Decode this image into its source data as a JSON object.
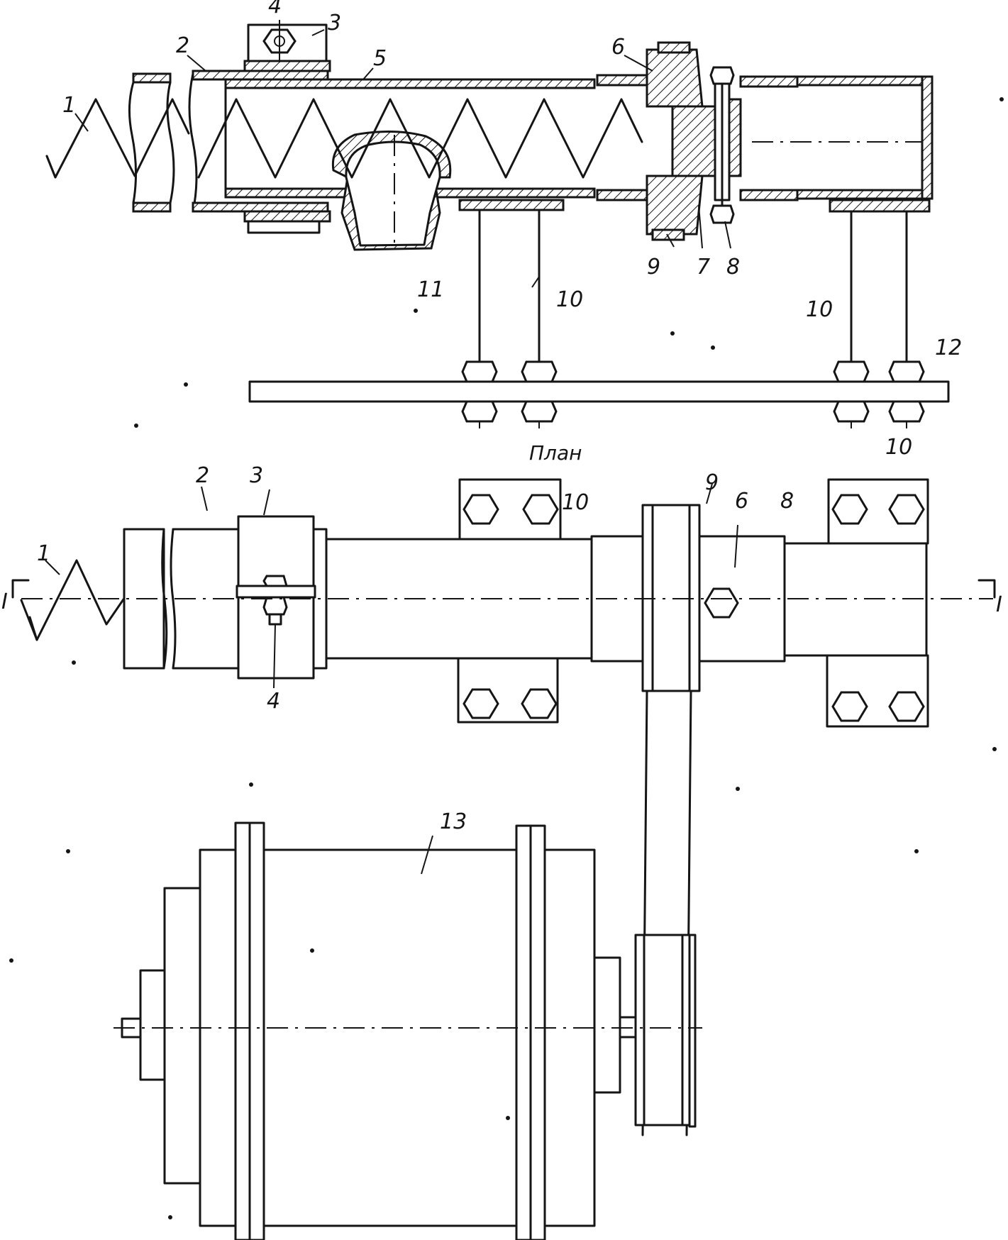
{
  "view_title": "План",
  "section_mark": "I",
  "section_top": {
    "callouts": {
      "spring": "1",
      "tube": "2",
      "clamp": "3",
      "clamp_bolt": "4",
      "casing": "5",
      "sprocket_hub": "6",
      "bushing": "7",
      "pin": "8",
      "belt_rim": "9",
      "post_left": "10",
      "post_right": "10",
      "hopper": "11",
      "base_plate": "12"
    }
  },
  "plan_view": {
    "callouts": {
      "spring": "1",
      "tube": "2",
      "clamp": "3",
      "clamp_bolt": "4",
      "bracket_left": "10",
      "bracket_right": "10",
      "pulley": "9",
      "hub": "6",
      "pin": "8",
      "motor": "13"
    }
  }
}
